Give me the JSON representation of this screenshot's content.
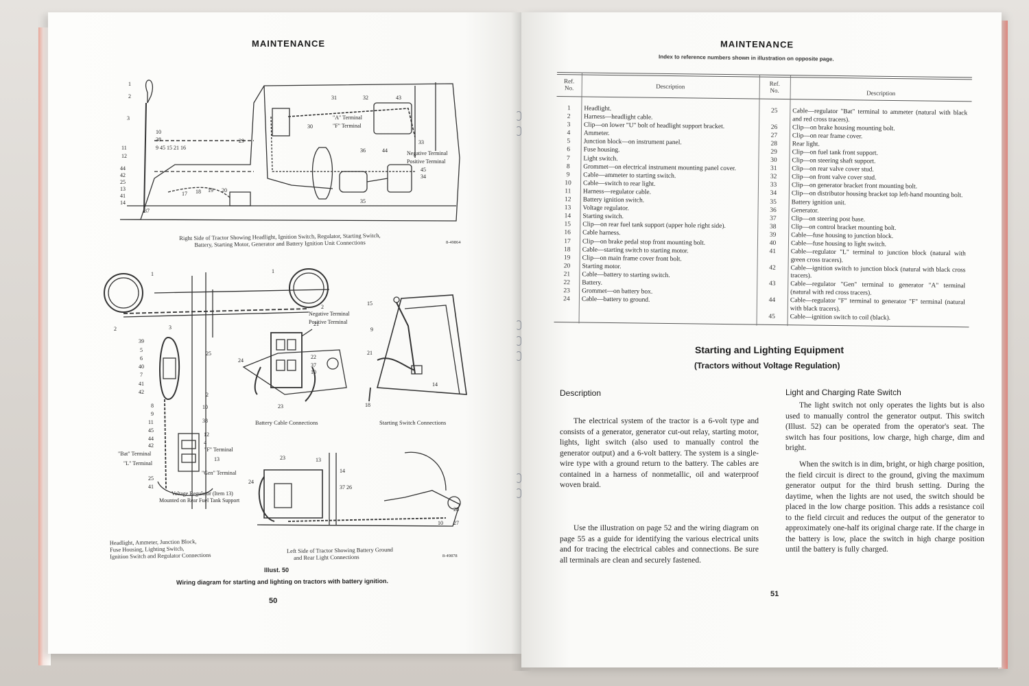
{
  "left_page": {
    "header": "MAINTENANCE",
    "fig1": {
      "caption_lines": [
        "Right Side of Tractor Showing Headlight, Ignition Switch, Regulator, Starting Switch,",
        "Battery, Starting Motor, Generator and Battery Ignition Unit Connections"
      ],
      "code": "8-49864",
      "callouts": [
        "1",
        "2",
        "3",
        "10",
        "38",
        "9",
        "45",
        "15",
        "21",
        "16",
        "11",
        "12",
        "44",
        "42",
        "25",
        "13",
        "41",
        "14",
        "37",
        "17",
        "18",
        "19",
        "20",
        "29",
        "31",
        "32",
        "43",
        "30",
        "36",
        "33",
        "35",
        "34",
        "45"
      ],
      "terminal_labels": [
        "\"A\" Terminal",
        "\"F\" Terminal",
        "Negative Terminal",
        "Positive Terminal"
      ]
    },
    "fig2": {
      "caption_lines": [
        "Headlight, Ammeter, Junction Block,",
        "Fuse Housing, Lighting Switch,",
        "Ignition Switch and Regulator Connections"
      ],
      "terminal_labels": [
        "\"Bat\" Terminal",
        "\"L\" Terminal",
        "\"F\" Terminal",
        "\"Gen\" Terminal"
      ],
      "regulator_note": [
        "Voltage Regulator (Item 13)",
        "Mounted on Rear Fuel Tank Support"
      ]
    },
    "fig3": {
      "caption": "Battery Cable Connections",
      "terminal_labels": [
        "Negative Terminal",
        "Positive Terminal"
      ]
    },
    "fig4": {
      "caption": "Starting Switch Connections"
    },
    "fig5": {
      "caption_lines": [
        "Left Side of Tractor Showing Battery Ground",
        "and Rear Light Connections"
      ],
      "code": "8-49878"
    },
    "illust": "Illust. 50",
    "wiring_caption": "Wiring diagram for starting and lighting on tractors with battery ignition.",
    "page_number": "50"
  },
  "right_page": {
    "header": "MAINTENANCE",
    "index_note": "Index to reference numbers shown in illustration on opposite page.",
    "table": {
      "headers": {
        "ref_no": "Ref.\nNo.",
        "description": "Description"
      },
      "left_rows": [
        {
          "no": "1",
          "desc": "Headlight."
        },
        {
          "no": "2",
          "desc": "Harness—headlight cable."
        },
        {
          "no": "3",
          "desc": "Clip—on lower \"U\" bolt of headlight support bracket."
        },
        {
          "no": "4",
          "desc": "Ammeter."
        },
        {
          "no": "5",
          "desc": "Junction block—on instrument panel."
        },
        {
          "no": "6",
          "desc": "Fuse housing."
        },
        {
          "no": "7",
          "desc": "Light switch."
        },
        {
          "no": "8",
          "desc": "Grommet—on electrical instrument mounting panel cover."
        },
        {
          "no": "9",
          "desc": "Cable—ammeter to starting switch."
        },
        {
          "no": "10",
          "desc": "Cable—switch to rear light."
        },
        {
          "no": "11",
          "desc": "Harness—regulator cable."
        },
        {
          "no": "12",
          "desc": "Battery ignition switch."
        },
        {
          "no": "13",
          "desc": "Voltage regulator."
        },
        {
          "no": "14",
          "desc": "Starting switch."
        },
        {
          "no": "15",
          "desc": "Clip—on rear fuel tank support (upper hole right side)."
        },
        {
          "no": "16",
          "desc": "Cable harness."
        },
        {
          "no": "17",
          "desc": "Clip—on brake pedal stop front mounting bolt."
        },
        {
          "no": "18",
          "desc": "Cable—starting switch to starting motor."
        },
        {
          "no": "19",
          "desc": "Clip—on main frame cover front bolt."
        },
        {
          "no": "20",
          "desc": "Starting motor."
        },
        {
          "no": "21",
          "desc": "Cable—battery to starting switch."
        },
        {
          "no": "22",
          "desc": "Battery."
        },
        {
          "no": "23",
          "desc": "Grommet—on battery box."
        },
        {
          "no": "24",
          "desc": "Cable—battery to ground."
        }
      ],
      "right_rows": [
        {
          "no": "25",
          "desc": "Cable—regulator \"Bat\" terminal to ammeter (natural with black and red cross tracers)."
        },
        {
          "no": "26",
          "desc": "Clip—on brake housing mounting bolt."
        },
        {
          "no": "27",
          "desc": "Clip—on rear frame cover."
        },
        {
          "no": "28",
          "desc": "Rear light."
        },
        {
          "no": "29",
          "desc": "Clip—on fuel tank front support."
        },
        {
          "no": "30",
          "desc": "Clip—on steering shaft support."
        },
        {
          "no": "31",
          "desc": "Clip—on rear valve cover stud."
        },
        {
          "no": "32",
          "desc": "Clip—on front valve cover stud."
        },
        {
          "no": "33",
          "desc": "Clip—on generator bracket front mounting bolt."
        },
        {
          "no": "34",
          "desc": "Clip—on distributor housing bracket top left-hand mounting bolt."
        },
        {
          "no": "35",
          "desc": "Battery ignition unit."
        },
        {
          "no": "36",
          "desc": "Generator."
        },
        {
          "no": "37",
          "desc": "Clip—on steering post base."
        },
        {
          "no": "38",
          "desc": "Clip—on control bracket mounting bolt."
        },
        {
          "no": "39",
          "desc": "Cable—fuse housing to junction block."
        },
        {
          "no": "40",
          "desc": "Cable—fuse housing to light switch."
        },
        {
          "no": "41",
          "desc": "Cable—regulator \"L\" terminal to junction block (natural with green cross tracers)."
        },
        {
          "no": "42",
          "desc": "Cable—ignition switch to junction block (natural with black cross tracers)."
        },
        {
          "no": "43",
          "desc": "Cable—regulator \"Gen\" terminal to generator \"A\" terminal (natural with red cross tracers)."
        },
        {
          "no": "44",
          "desc": "Cable—regulator \"F\" terminal to generator \"F\" terminal (natural with black tracers)."
        },
        {
          "no": "45",
          "desc": "Cable—ignition switch to coil (black)."
        }
      ]
    },
    "section_title": "Starting and Lighting Equipment",
    "section_subtitle": "(Tractors without Voltage Regulation)",
    "description_heading": "Description",
    "description_p1": "The electrical system of the tractor is a 6-volt type and consists of a generator, generator cut-out relay, starting motor, lights, light switch (also used to manually control the generator output) and a 6-volt battery. The system is a single-wire type with a ground return to the battery. The cables are contained in a harness of nonmetallic, oil and waterproof woven braid.",
    "description_p2": "Use the illustration on page 52 and the wiring diagram on page 55 as a guide for identifying the various electrical units and for tracing the electrical cables and connections. Be sure all terminals are clean and securely fastened.",
    "switch_heading": "Light and Charging Rate Switch",
    "switch_p1": "The light switch not only operates the lights but is also used to manually control the generator output. This switch (Illust. 52) can be operated from the operator's seat. The switch has four positions, low charge, high charge, dim and bright.",
    "switch_p2": "When the switch is in dim, bright, or high charge position, the field circuit is direct to the ground, giving the maximum generator output for the third brush setting. During the daytime, when the lights are not used, the switch should be placed in the low charge position. This adds a resistance coil to the field circuit and reduces the output of the generator to approximately one-half its original charge rate. If the charge in the battery is low, place the switch in high charge position until the battery is fully charged.",
    "page_number": "51"
  }
}
